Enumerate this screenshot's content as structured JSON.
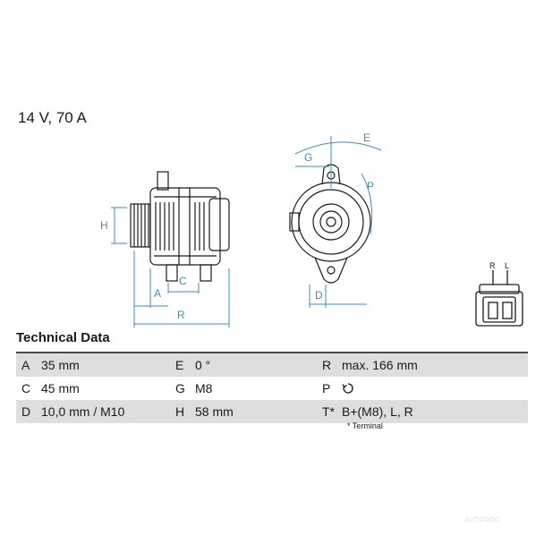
{
  "rating": "14 V, 70 A",
  "technical_data_title": "Technical Data",
  "drawing_labels": {
    "A": "A",
    "C": "C",
    "R": "R",
    "H": "H",
    "E": "E",
    "G": "G",
    "P": "P",
    "D": "D",
    "conn_R": "R",
    "conn_L": "L"
  },
  "rows": [
    {
      "k1": "A",
      "v1": "35 mm",
      "k2": "E",
      "v2": "0 °",
      "k3": "R",
      "v3": "max. 166 mm"
    },
    {
      "k1": "C",
      "v1": "45 mm",
      "k2": "G",
      "v2": "M8",
      "k3": "P",
      "v3": ""
    },
    {
      "k1": "D",
      "v1": "10,0 mm / M10",
      "k2": "H",
      "v2": "58 mm",
      "k3": "T*",
      "v3": "B+(M8), L, R"
    }
  ],
  "footnote": "* Terminal",
  "watermark": "AUTODOC"
}
